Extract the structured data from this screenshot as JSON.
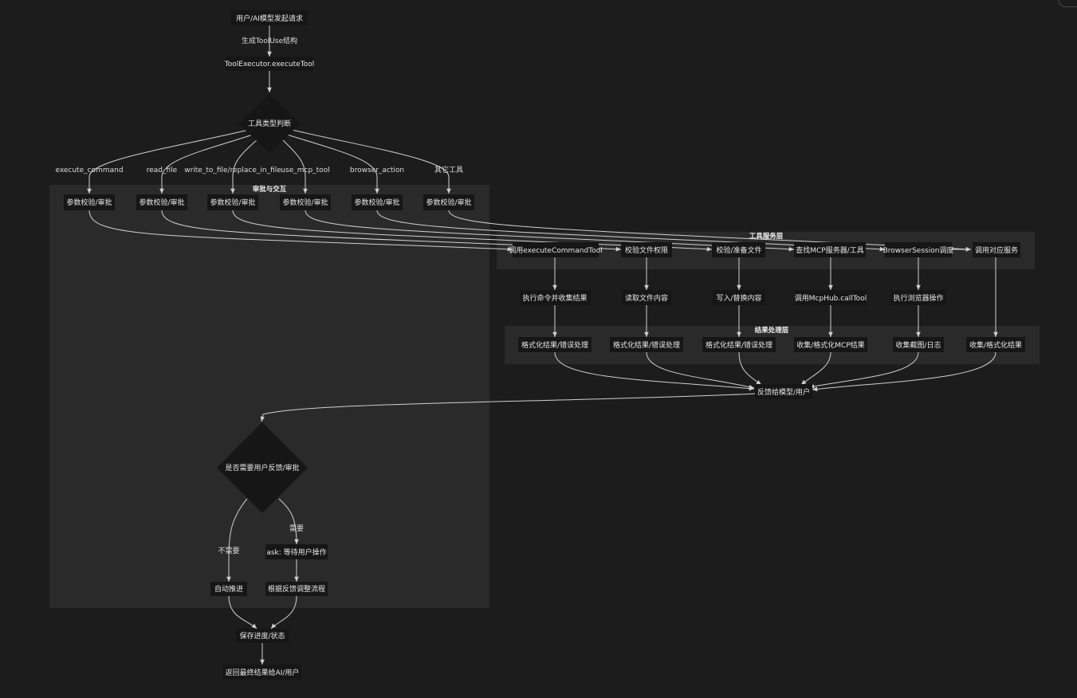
{
  "clusters": {
    "approval": "审批与交互",
    "service": "工具服务层",
    "result": "结果处理层"
  },
  "nodes": {
    "start": "用户/AI模型发起请求",
    "executor": "ToolExecutor.executeTool",
    "type_judge": "工具类型判断",
    "approve": "参数校验/审批",
    "svc_exec": "调用executeCommandTool",
    "svc_read": "校验文件权限",
    "svc_write": "校验/准备文件",
    "svc_mcp": "查找MCP服务器/工具",
    "svc_browser": "BrowserSession调度",
    "svc_other": "调用对应服务",
    "act_exec": "执行命令并收集结果",
    "act_read": "读取文件内容",
    "act_write": "写入/替换内容",
    "act_mcp": "调用McpHub.callTool",
    "act_browser": "执行浏览器操作",
    "res_format": "格式化结果/错误处理",
    "res_mcp": "收集/格式化MCP结果",
    "res_browser": "收集截图/日志",
    "res_other": "收集/格式化结果",
    "feedback": "反馈给模型/用户",
    "need_feedback": "是否需要用户反馈/审批",
    "ask": "ask: 等待用户操作",
    "adjust": "根据反馈调整流程",
    "auto": "自动推进",
    "save": "保存进度/状态",
    "return": "返回最终结果给AI/用户"
  },
  "edge_labels": {
    "gen_tooluse": "生成ToolUse结构",
    "execute_command": "execute_command",
    "read_file": "read_file",
    "write_replace": "write_to_file/replace_in_file",
    "use_mcp_tool": "use_mcp_tool",
    "browser_action": "browser_action",
    "other_tools": "其它工具",
    "no_need": "不需要",
    "need": "需要"
  },
  "colors": {
    "background": "#1c1c1c",
    "node": "#161616",
    "cluster": "#2a2a2a",
    "edge": "#d0d0d0",
    "text": "#e6e6e6"
  }
}
